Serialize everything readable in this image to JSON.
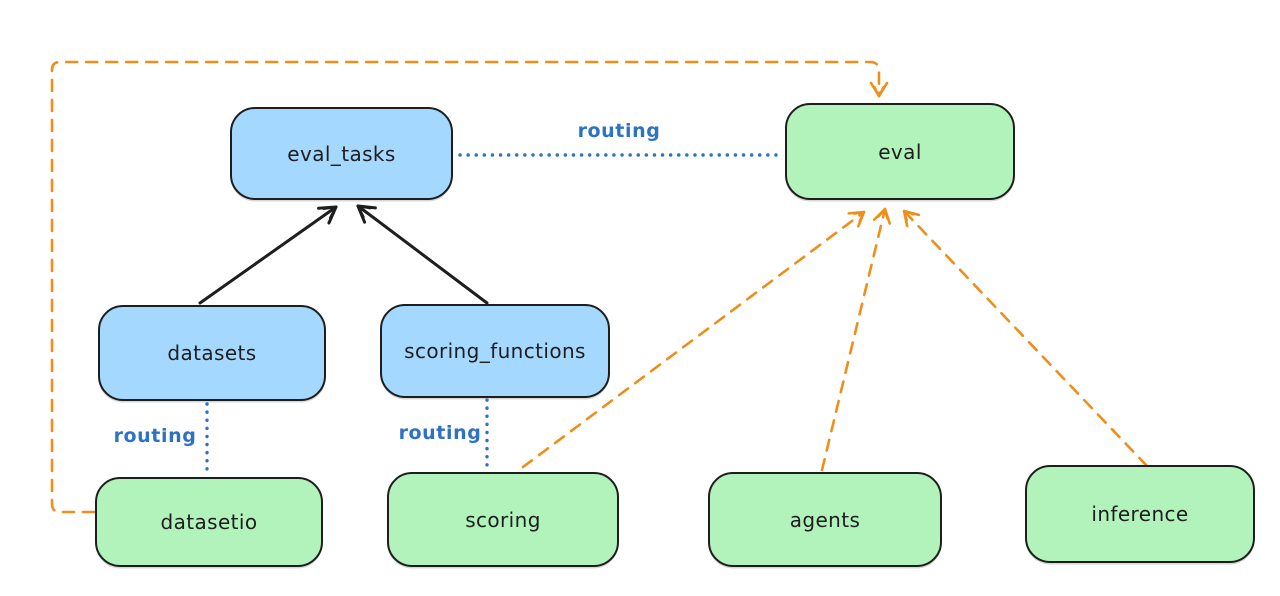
{
  "diagram": {
    "type": "architecture-routing-diagram",
    "background": "#ffffff",
    "colors": {
      "api_node_fill": "#a5d8ff",
      "provider_node_fill": "#b2f2bb",
      "node_border": "#1e1e1e",
      "node_text": "#1e1e1e",
      "solid_edge": "#1e1e1e",
      "dashed_edge_orange": "#ef8e1b",
      "dotted_edge_blue": "#2e72c4",
      "edge_label_text": "#2e72c4"
    },
    "nodes": {
      "eval_tasks": {
        "label": "eval_tasks",
        "fill": "blue"
      },
      "eval": {
        "label": "eval",
        "fill": "green"
      },
      "datasets": {
        "label": "datasets",
        "fill": "blue"
      },
      "scoring_functions": {
        "label": "scoring_functions",
        "fill": "blue"
      },
      "datasetio": {
        "label": "datasetio",
        "fill": "green"
      },
      "scoring": {
        "label": "scoring",
        "fill": "green"
      },
      "agents": {
        "label": "agents",
        "fill": "green"
      },
      "inference": {
        "label": "inference",
        "fill": "green"
      }
    },
    "edge_labels": {
      "eval_tasks_to_eval": "routing",
      "datasets_to_datasetio": "routing",
      "scoring_functions_to_scoring": "routing"
    },
    "edges": [
      {
        "from": "datasets",
        "to": "eval_tasks",
        "style": "solid",
        "color": "black",
        "arrow": true
      },
      {
        "from": "scoring_functions",
        "to": "eval_tasks",
        "style": "solid",
        "color": "black",
        "arrow": true
      },
      {
        "from": "eval_tasks",
        "to": "eval",
        "style": "dotted",
        "color": "blue",
        "arrow": false,
        "label": "routing"
      },
      {
        "from": "datasets",
        "to": "datasetio",
        "style": "dotted",
        "color": "blue",
        "arrow": false,
        "label": "routing"
      },
      {
        "from": "scoring_functions",
        "to": "scoring",
        "style": "dotted",
        "color": "blue",
        "arrow": false,
        "label": "routing"
      },
      {
        "from": "datasetio",
        "to": "eval",
        "style": "dashed",
        "color": "orange",
        "arrow": true
      },
      {
        "from": "scoring",
        "to": "eval",
        "style": "dashed",
        "color": "orange",
        "arrow": true
      },
      {
        "from": "agents",
        "to": "eval",
        "style": "dashed",
        "color": "orange",
        "arrow": true
      },
      {
        "from": "inference",
        "to": "eval",
        "style": "dashed",
        "color": "orange",
        "arrow": true
      }
    ]
  }
}
